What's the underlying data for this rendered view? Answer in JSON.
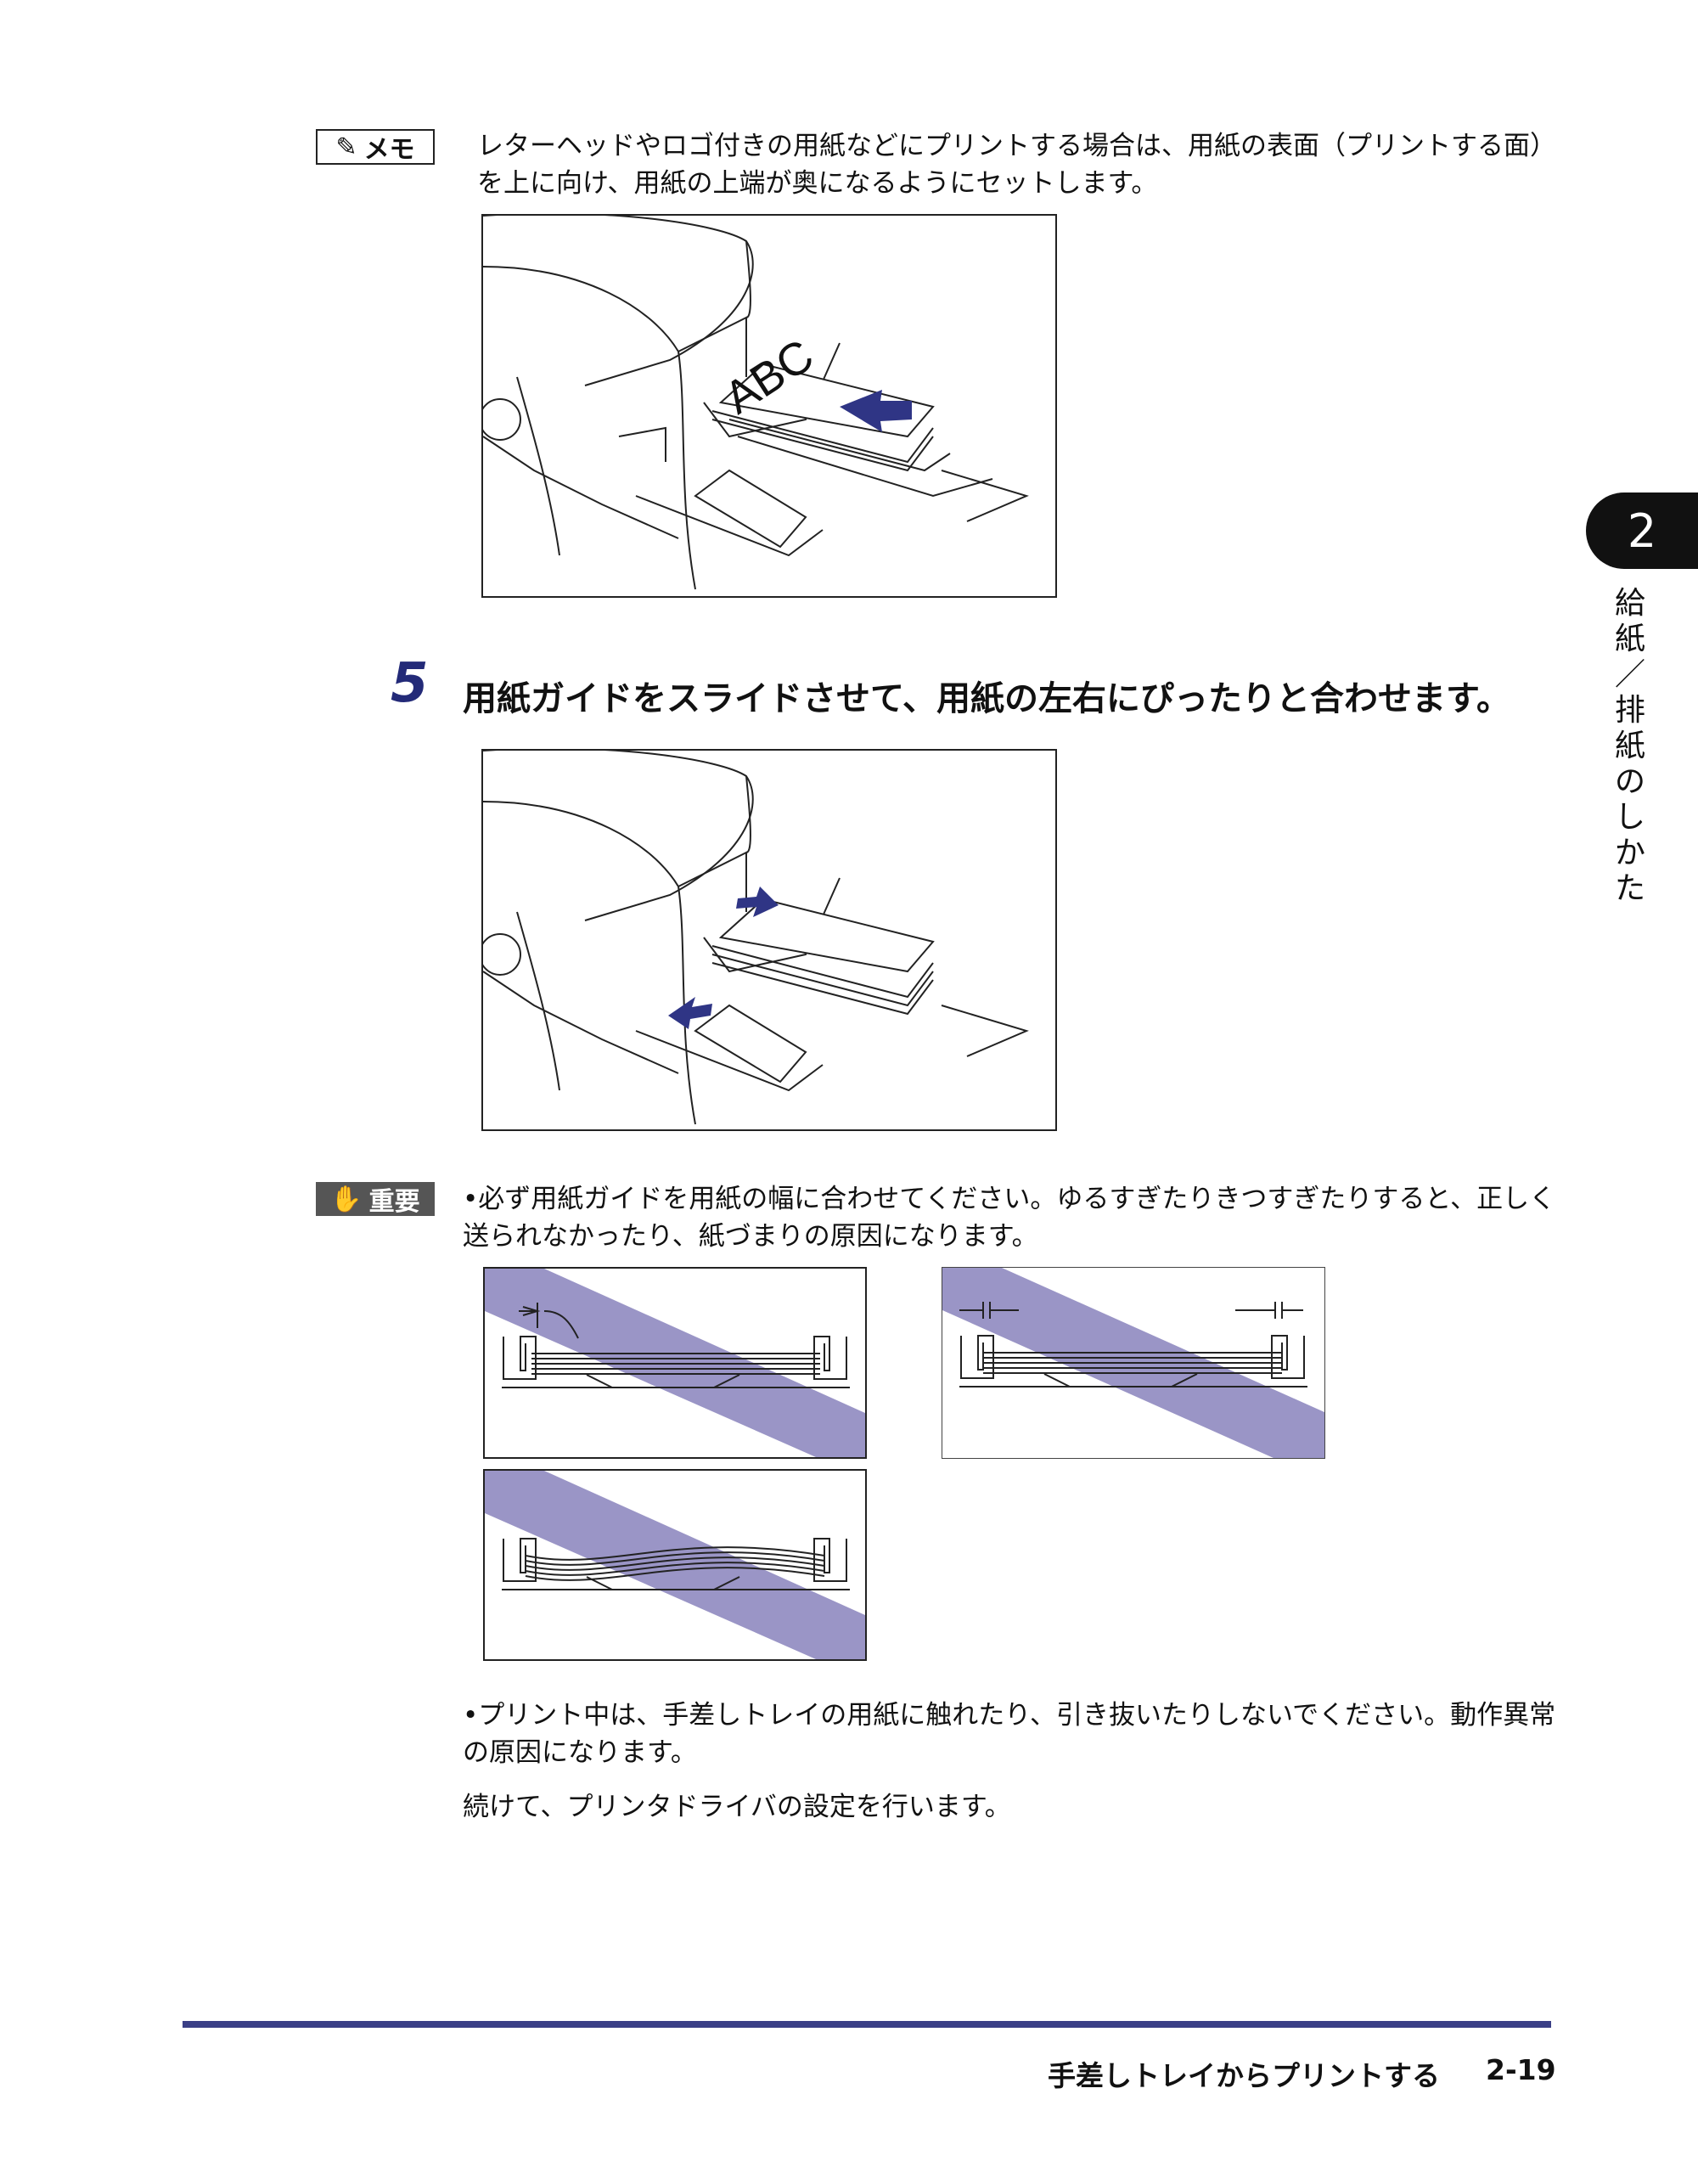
{
  "memo": {
    "label": "メモ",
    "text": "レターヘッドやロゴ付きの用紙などにプリントする場合は、用紙の表面（プリントする面）を上に向け、用紙の上端が奥になるようにセットします。",
    "figure_text": "ABC"
  },
  "step": {
    "number": "5",
    "text": "用紙ガイドをスライドさせて、用紙の左右にぴったりと合わせます。"
  },
  "important": {
    "label": "重要",
    "bullets": [
      "必ず用紙ガイドを用紙の幅に合わせてください。ゆるすぎたりきつすぎたりすると、正しく送られなかったり、紙づまりの原因になります。",
      "プリント中は、手差しトレイの用紙に触れたり、引き抜いたりしないでください。動作異常の原因になります。"
    ]
  },
  "continue_text": "続けて、プリンタドライバの設定を行います。",
  "chapter": {
    "number": "2",
    "title": "給紙／排紙のしかた"
  },
  "footer": {
    "title": "手差しトレイからプリントする",
    "page": "2-19"
  },
  "colors": {
    "accent": "#3a3f86",
    "stripe": "#9a95c6",
    "arrow": "#2f3585"
  }
}
